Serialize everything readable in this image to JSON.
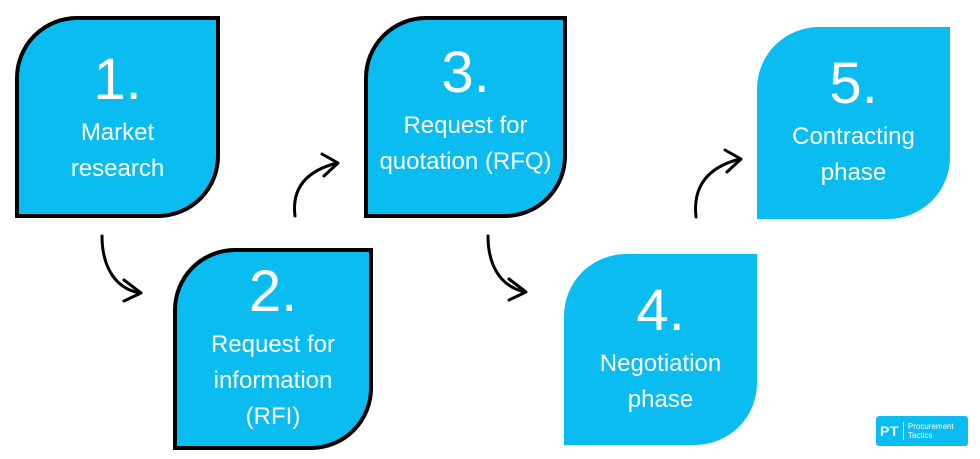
{
  "colors": {
    "box_fill": "#0bbcf0",
    "box_border": "#000000",
    "text": "#ffffff",
    "arrow": "#000000"
  },
  "steps": [
    {
      "number": "1.",
      "label_lines": [
        "Market",
        "research"
      ]
    },
    {
      "number": "2.",
      "label_lines": [
        "Request for",
        "information",
        "(RFI)"
      ]
    },
    {
      "number": "3.",
      "label_lines": [
        "Request for",
        "quotation (RFQ)"
      ]
    },
    {
      "number": "4.",
      "label_lines": [
        "Negotiation",
        "phase"
      ]
    },
    {
      "number": "5.",
      "label_lines": [
        "Contracting",
        "phase"
      ]
    }
  ],
  "logo": {
    "mark": "PT",
    "line1": "Procurement",
    "line2": "Tactics"
  }
}
